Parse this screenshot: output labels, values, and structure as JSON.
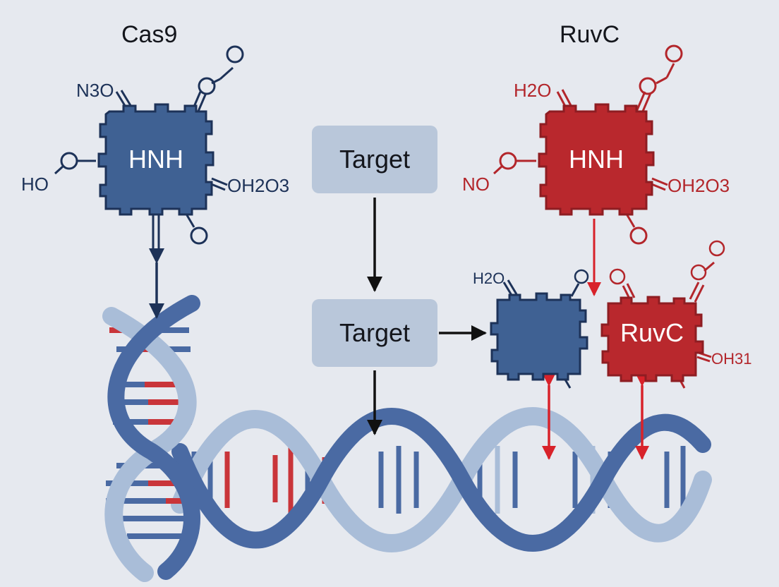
{
  "titles": {
    "left": "Cas9",
    "right": "RuvC"
  },
  "targets": {
    "upper": "Target",
    "lower": "Target"
  },
  "colors": {
    "background": "#e6e9ef",
    "protein_blue": "#3f6193",
    "protein_red": "#b9282d",
    "dna_dark": "#4a6aa3",
    "dna_light": "#a9bdd8",
    "base_red": "#c9353a",
    "target_box": "#b9c7da",
    "arrow_black": "#111111",
    "arrow_red": "#d8222a"
  },
  "cas9_hnh": {
    "label": "HNH",
    "groups": {
      "top_left": "N3O",
      "top_right": "O",
      "right": "OH2O3",
      "left": "HO",
      "bottom": "O"
    }
  },
  "ruvc_hnh": {
    "label": "HNH",
    "groups": {
      "top_left": "H2O",
      "top_right": "O",
      "right": "OH2O3",
      "left": "NO",
      "bottom": "O"
    }
  },
  "blue_small": {
    "groups": {
      "top_left": "H2O",
      "top_right": "O"
    }
  },
  "red_small": {
    "label": "RuvC",
    "groups": {
      "top_left": "O",
      "top_right": "O",
      "right": "OH31"
    }
  }
}
